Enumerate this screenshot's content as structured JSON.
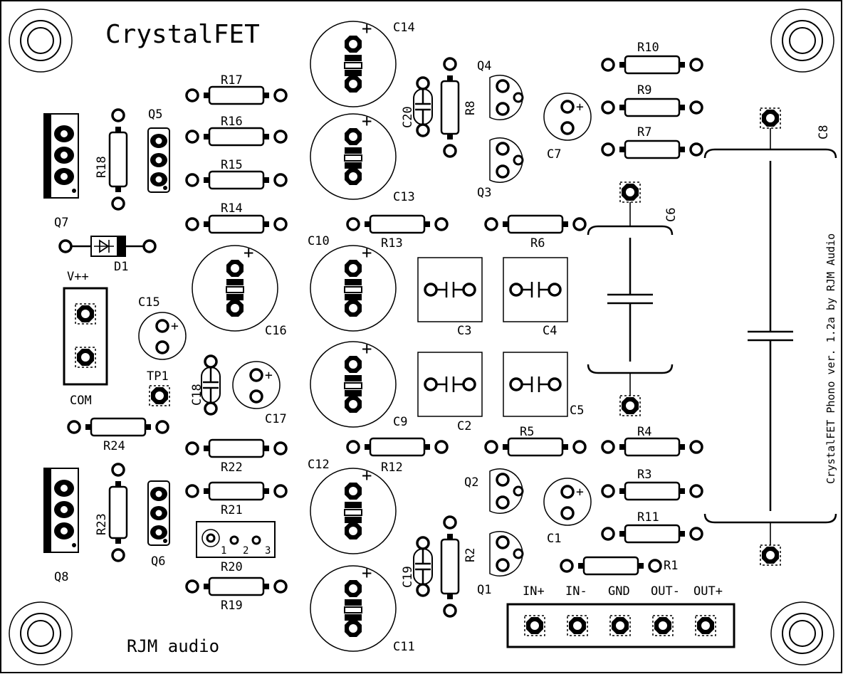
{
  "board": {
    "title": "CrystalFET",
    "maker": "RJM audio",
    "side_text": "CrystalFET Phono ver. 1.2a by RJM Audio"
  },
  "labels": {
    "R1": "R1",
    "R2": "R2",
    "R3": "R3",
    "R4": "R4",
    "R5": "R5",
    "R6": "R6",
    "R7": "R7",
    "R8": "R8",
    "R9": "R9",
    "R10": "R10",
    "R11": "R11",
    "R12": "R12",
    "R13": "R13",
    "R14": "R14",
    "R15": "R15",
    "R16": "R16",
    "R17": "R17",
    "R18": "R18",
    "R19": "R19",
    "R20": "R20",
    "R21": "R21",
    "R22": "R22",
    "R23": "R23",
    "R24": "R24",
    "C1": "C1",
    "C2": "C2",
    "C3": "C3",
    "C4": "C4",
    "C5": "C5",
    "C6": "C6",
    "C7": "C7",
    "C8": "C8",
    "C9": "C9",
    "C10": "C10",
    "C11": "C11",
    "C12": "C12",
    "C13": "C13",
    "C14": "C14",
    "C15": "C15",
    "C16": "C16",
    "C17": "C17",
    "C18": "C18",
    "C19": "C19",
    "C20": "C20",
    "Q1": "Q1",
    "Q2": "Q2",
    "Q3": "Q3",
    "Q4": "Q4",
    "Q5": "Q5",
    "Q6": "Q6",
    "Q7": "Q7",
    "Q8": "Q8",
    "D1": "D1",
    "TP1": "TP1",
    "Vpp": "V++",
    "COM": "COM",
    "IN_plus": "IN+",
    "IN_minus": "IN-",
    "GND": "GND",
    "OUT_minus": "OUT-",
    "OUT_plus": "OUT+",
    "pin1": "1",
    "pin2": "2",
    "pin3": "3",
    "plus": "+"
  }
}
